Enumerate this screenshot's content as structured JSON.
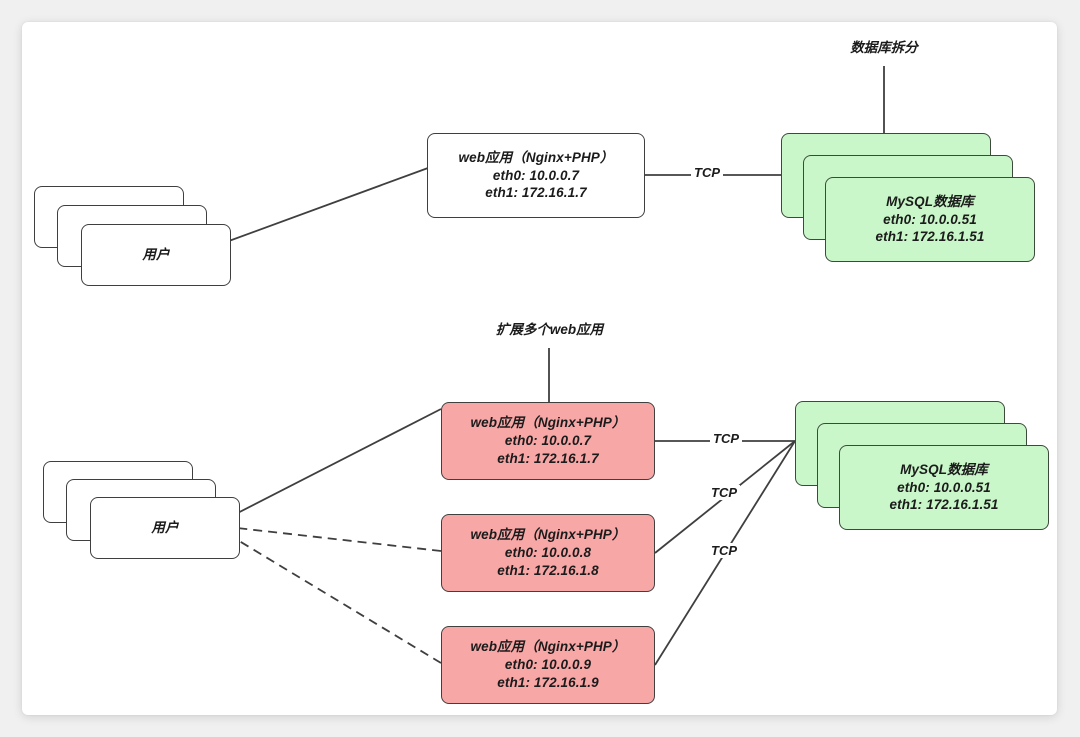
{
  "canvas": {
    "background": "#ffffff",
    "page_background": "#f0f0f0"
  },
  "colors": {
    "web_node_fill": "#f8a7a7",
    "db_node_fill": "#c9f7c9",
    "user_node_fill": "#ffffff",
    "stroke": "#3f3f3f",
    "db_stroke": "#3c4a3c"
  },
  "diagram": {
    "type": "network-architecture",
    "sections": [
      {
        "id": "top",
        "annotation": "数据库拆分",
        "nodes": {
          "user": "用户",
          "web": "web应用（Nginx+PHP）\neth0: 10.0.0.7\neth1: 172.16.1.7",
          "db": "MySQL数据库\neth0: 10.0.0.51\neth1: 172.16.1.51"
        },
        "edges": [
          {
            "from": "user",
            "to": "web",
            "style": "solid",
            "label": ""
          },
          {
            "from": "web",
            "to": "db",
            "style": "solid",
            "label": "TCP"
          }
        ]
      },
      {
        "id": "bottom",
        "annotation": "扩展多个web应用",
        "nodes": {
          "user": "用户",
          "web1": "web应用（Nginx+PHP）\neth0: 10.0.0.7\neth1: 172.16.1.7",
          "web2": "web应用（Nginx+PHP）\neth0: 10.0.0.8\neth1: 172.16.1.8",
          "web3": "web应用（Nginx+PHP）\neth0: 10.0.0.9\neth1: 172.16.1.9",
          "db": "MySQL数据库\neth0: 10.0.0.51\neth1: 172.16.1.51"
        },
        "edges": [
          {
            "from": "user",
            "to": "web1",
            "style": "solid",
            "label": ""
          },
          {
            "from": "user",
            "to": "web2",
            "style": "dashed",
            "label": ""
          },
          {
            "from": "user",
            "to": "web3",
            "style": "dashed",
            "label": ""
          },
          {
            "from": "web1",
            "to": "db",
            "style": "solid",
            "label": "TCP"
          },
          {
            "from": "web2",
            "to": "db",
            "style": "solid",
            "label": "TCP"
          },
          {
            "from": "web3",
            "to": "db",
            "style": "solid",
            "label": "TCP"
          }
        ]
      }
    ]
  },
  "labels": {
    "tcp_top": "TCP",
    "tcp_b1": "TCP",
    "tcp_b2": "TCP",
    "tcp_b3": "TCP"
  }
}
